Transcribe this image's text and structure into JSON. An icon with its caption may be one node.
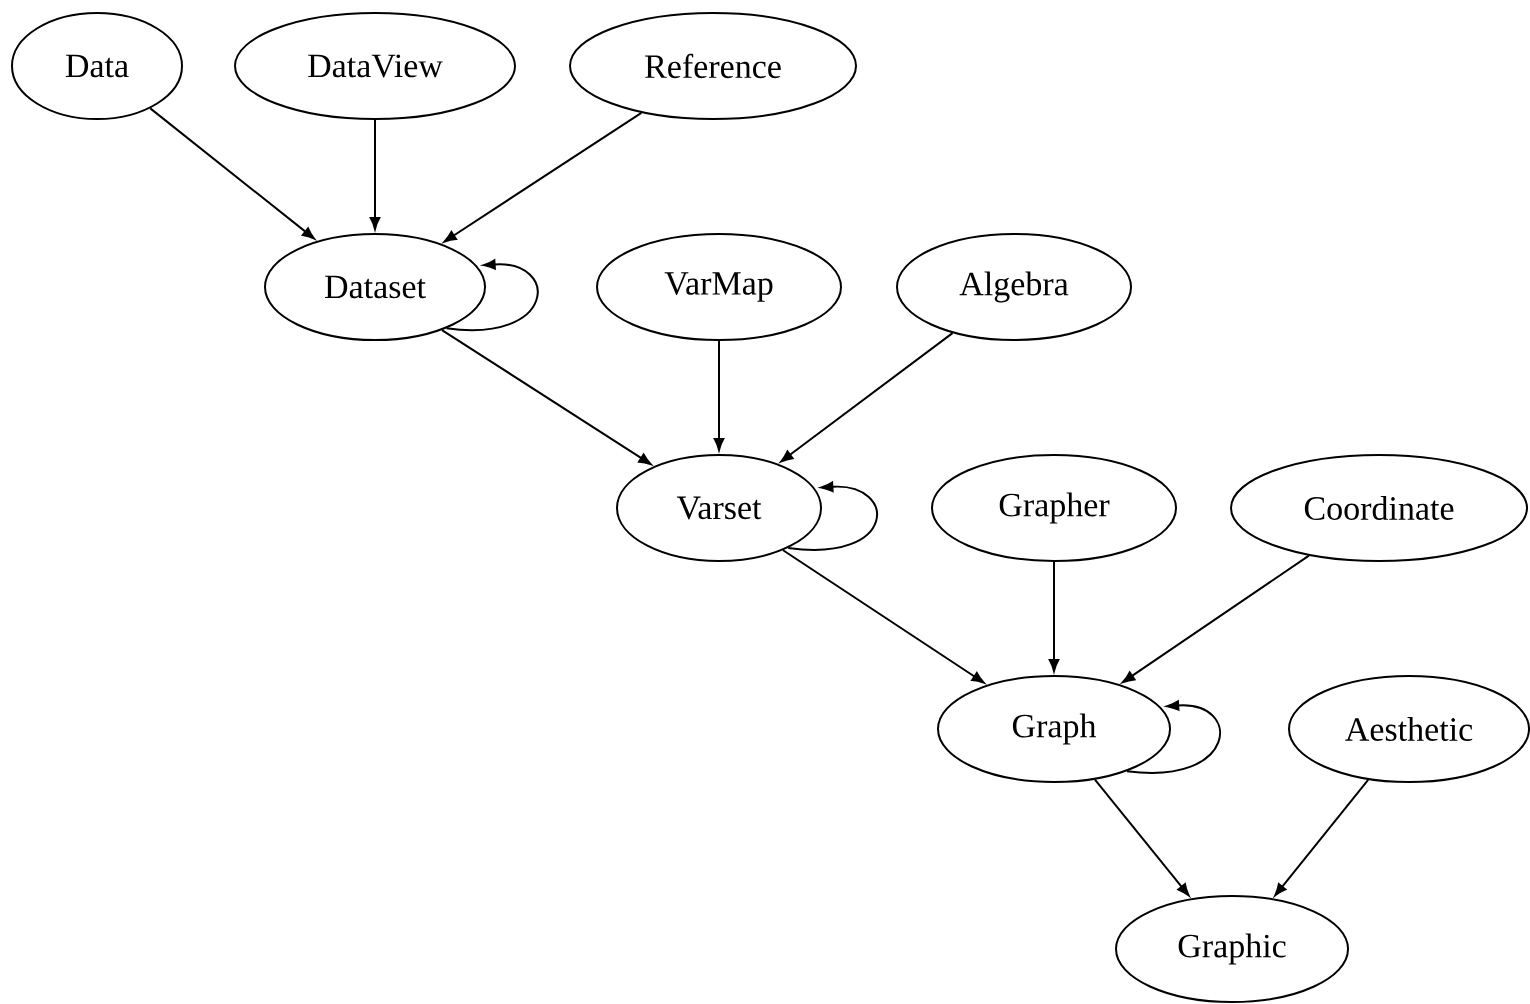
{
  "diagram": {
    "nodes": [
      {
        "text": [
          "Data"
        ]
      },
      {
        "text": [
          "DataView"
        ]
      },
      {
        "text": [
          "Reference"
        ]
      },
      {
        "text": [
          "Dataset"
        ]
      },
      {
        "text": [
          "VarMap"
        ]
      },
      {
        "text": [
          "Algebra"
        ]
      },
      {
        "text": [
          "Varset"
        ]
      },
      {
        "text": [
          "Grapher"
        ]
      },
      {
        "text": [
          "Coordinate"
        ]
      },
      {
        "text": [
          "Graph"
        ]
      },
      {
        "text": [
          "Aesthetic"
        ]
      },
      {
        "text": [
          "Graphic"
        ]
      }
    ],
    "edges": [
      {
        "from": 0,
        "to": 3,
        "arrow": "to"
      },
      {
        "from": 1,
        "to": 3,
        "arrow": "to"
      },
      {
        "from": 2,
        "to": 3,
        "arrow": "to"
      },
      {
        "from": 3,
        "to": 3,
        "arrow": "to"
      },
      {
        "from": 3,
        "to": 6,
        "arrow": "to"
      },
      {
        "from": 4,
        "to": 6,
        "arrow": "to"
      },
      {
        "from": 5,
        "to": 6,
        "arrow": "to"
      },
      {
        "from": 6,
        "to": 6,
        "arrow": "to"
      },
      {
        "from": 6,
        "to": 9,
        "arrow": "to"
      },
      {
        "from": 7,
        "to": 9,
        "arrow": "to"
      },
      {
        "from": 8,
        "to": 9,
        "arrow": "to"
      },
      {
        "from": 9,
        "to": 9,
        "arrow": "to"
      },
      {
        "from": 9,
        "to": 11,
        "arrow": "to"
      },
      {
        "from": 10,
        "to": 11,
        "arrow": "to"
      }
    ]
  }
}
